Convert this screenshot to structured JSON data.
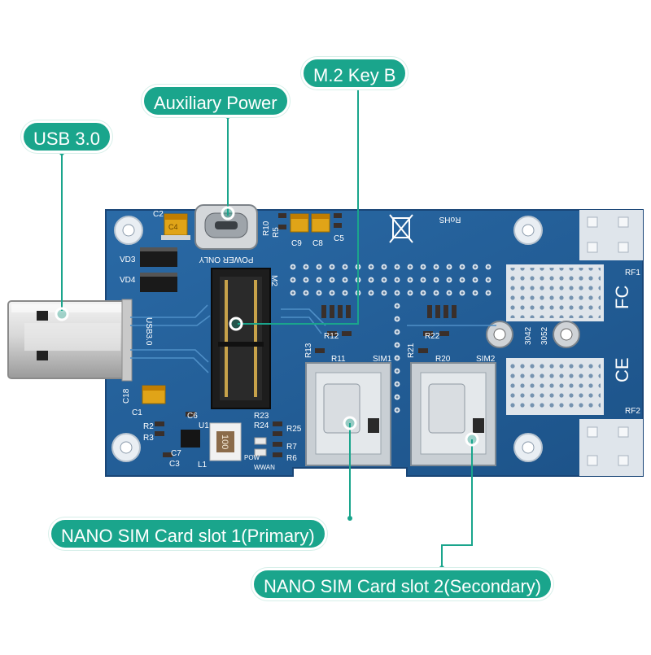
{
  "callouts": {
    "usb": "USB 3.0",
    "aux_power": "Auxiliary Power",
    "m2": "M.2 Key B",
    "sim1": "NANO SIM Card slot 1(Primary)",
    "sim2": "NANO SIM Card slot 2(Secondary)"
  },
  "silkscreen": {
    "c2": "C2",
    "c4": "C4",
    "c9": "C9",
    "c8": "C8",
    "c5": "C5",
    "r10": "R10",
    "r5": "R5",
    "power_only": "POWER ONLY",
    "vd3": "VD3",
    "vd4": "VD4",
    "m2_ref": "M2",
    "usb30": "USB3.0",
    "rohs": "RoHS",
    "rf1": "RF1",
    "rf2": "RF2",
    "r12": "R12",
    "r13": "R13",
    "r11": "R11",
    "r22": "R22",
    "r21": "R21",
    "r20": "R20",
    "sim1_ref": "SIM1",
    "sim2_ref": "SIM2",
    "n3042": "3042",
    "n3052": "3052",
    "c18": "C18",
    "c1": "C1",
    "c6": "C6",
    "u1": "U1",
    "c7": "C7",
    "c3": "C3",
    "l1": "L1",
    "r23": "R23",
    "r24": "R24",
    "r25": "R25",
    "r7": "R7",
    "r6": "R6",
    "pow": "POW",
    "wwan": "WWAN",
    "r2": "R2",
    "r3": "R3",
    "inductor_value": "100"
  },
  "colors": {
    "board": "#1f5a93",
    "accent": "#1aa58c",
    "callout_line": "#1aa58c"
  }
}
